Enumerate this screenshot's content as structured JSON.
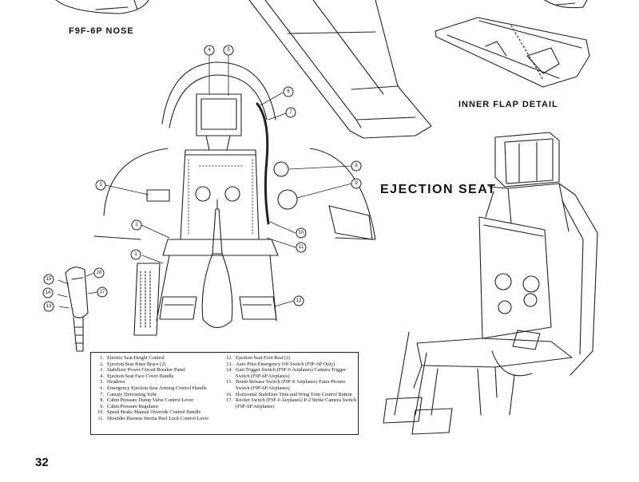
{
  "captions": {
    "nose": "F9F-6P NOSE",
    "inner_flap": "INNER FLAP DETAIL",
    "ejection_seat": "EJECTION SEAT"
  },
  "page_number": "32",
  "legend": {
    "col1": [
      {
        "n": "1.",
        "t": "Electric Seat Height Control"
      },
      {
        "n": "2.",
        "t": "Ejection Seat Knee Brace (2)"
      },
      {
        "n": "3.",
        "t": "Stabilizer Power Circuit Breaker Panel"
      },
      {
        "n": "4.",
        "t": "Ejection Seat Face Cover Handle"
      },
      {
        "n": "5.",
        "t": "Headrest"
      },
      {
        "n": "6.",
        "t": "Emergency Ejection Seat Arming Control Handle"
      },
      {
        "n": "7.",
        "t": "Canopy Defrosting Tube"
      },
      {
        "n": "8.",
        "t": "Cabin Pressure Dump Valve Control Lever"
      },
      {
        "n": "9.",
        "t": "Cabin Pressure Regulator"
      },
      {
        "n": "10.",
        "t": "Speed Brake Manual Override Control Handle"
      },
      {
        "n": "11.",
        "t": "Shoulder Harness Inertia Reel Lock Control Lever"
      }
    ],
    "col2": [
      {
        "n": "12.",
        "t": "Ejection Seat Foot Rest (2)"
      },
      {
        "n": "13.",
        "t": "Auto Pilot Emergency Off Switch (F9F-6P Only)"
      },
      {
        "n": "14.",
        "t": "Gun Trigger Switch (F9F-6 Airplanes) Camera Trigger Switch (F9F-6P Airplanes)"
      },
      {
        "n": "15.",
        "t": "Bomb Release Switch (F9F-6 Airplanes) Extra Picture Switch (F9F-6P Airplanes)"
      },
      {
        "n": "16.",
        "t": "Horizontal Stabilizer Trim and Wing Trim Control Button"
      },
      {
        "n": "17.",
        "t": "Rocket Switch (F9F-6 Airplanes) P-2 Strike Camera Switch (F9F-6P Airplanes)"
      }
    ]
  },
  "callouts": [
    "1",
    "2",
    "3",
    "4",
    "5",
    "6",
    "7",
    "8",
    "9",
    "10",
    "11",
    "12",
    "13",
    "14",
    "15",
    "16",
    "17"
  ]
}
